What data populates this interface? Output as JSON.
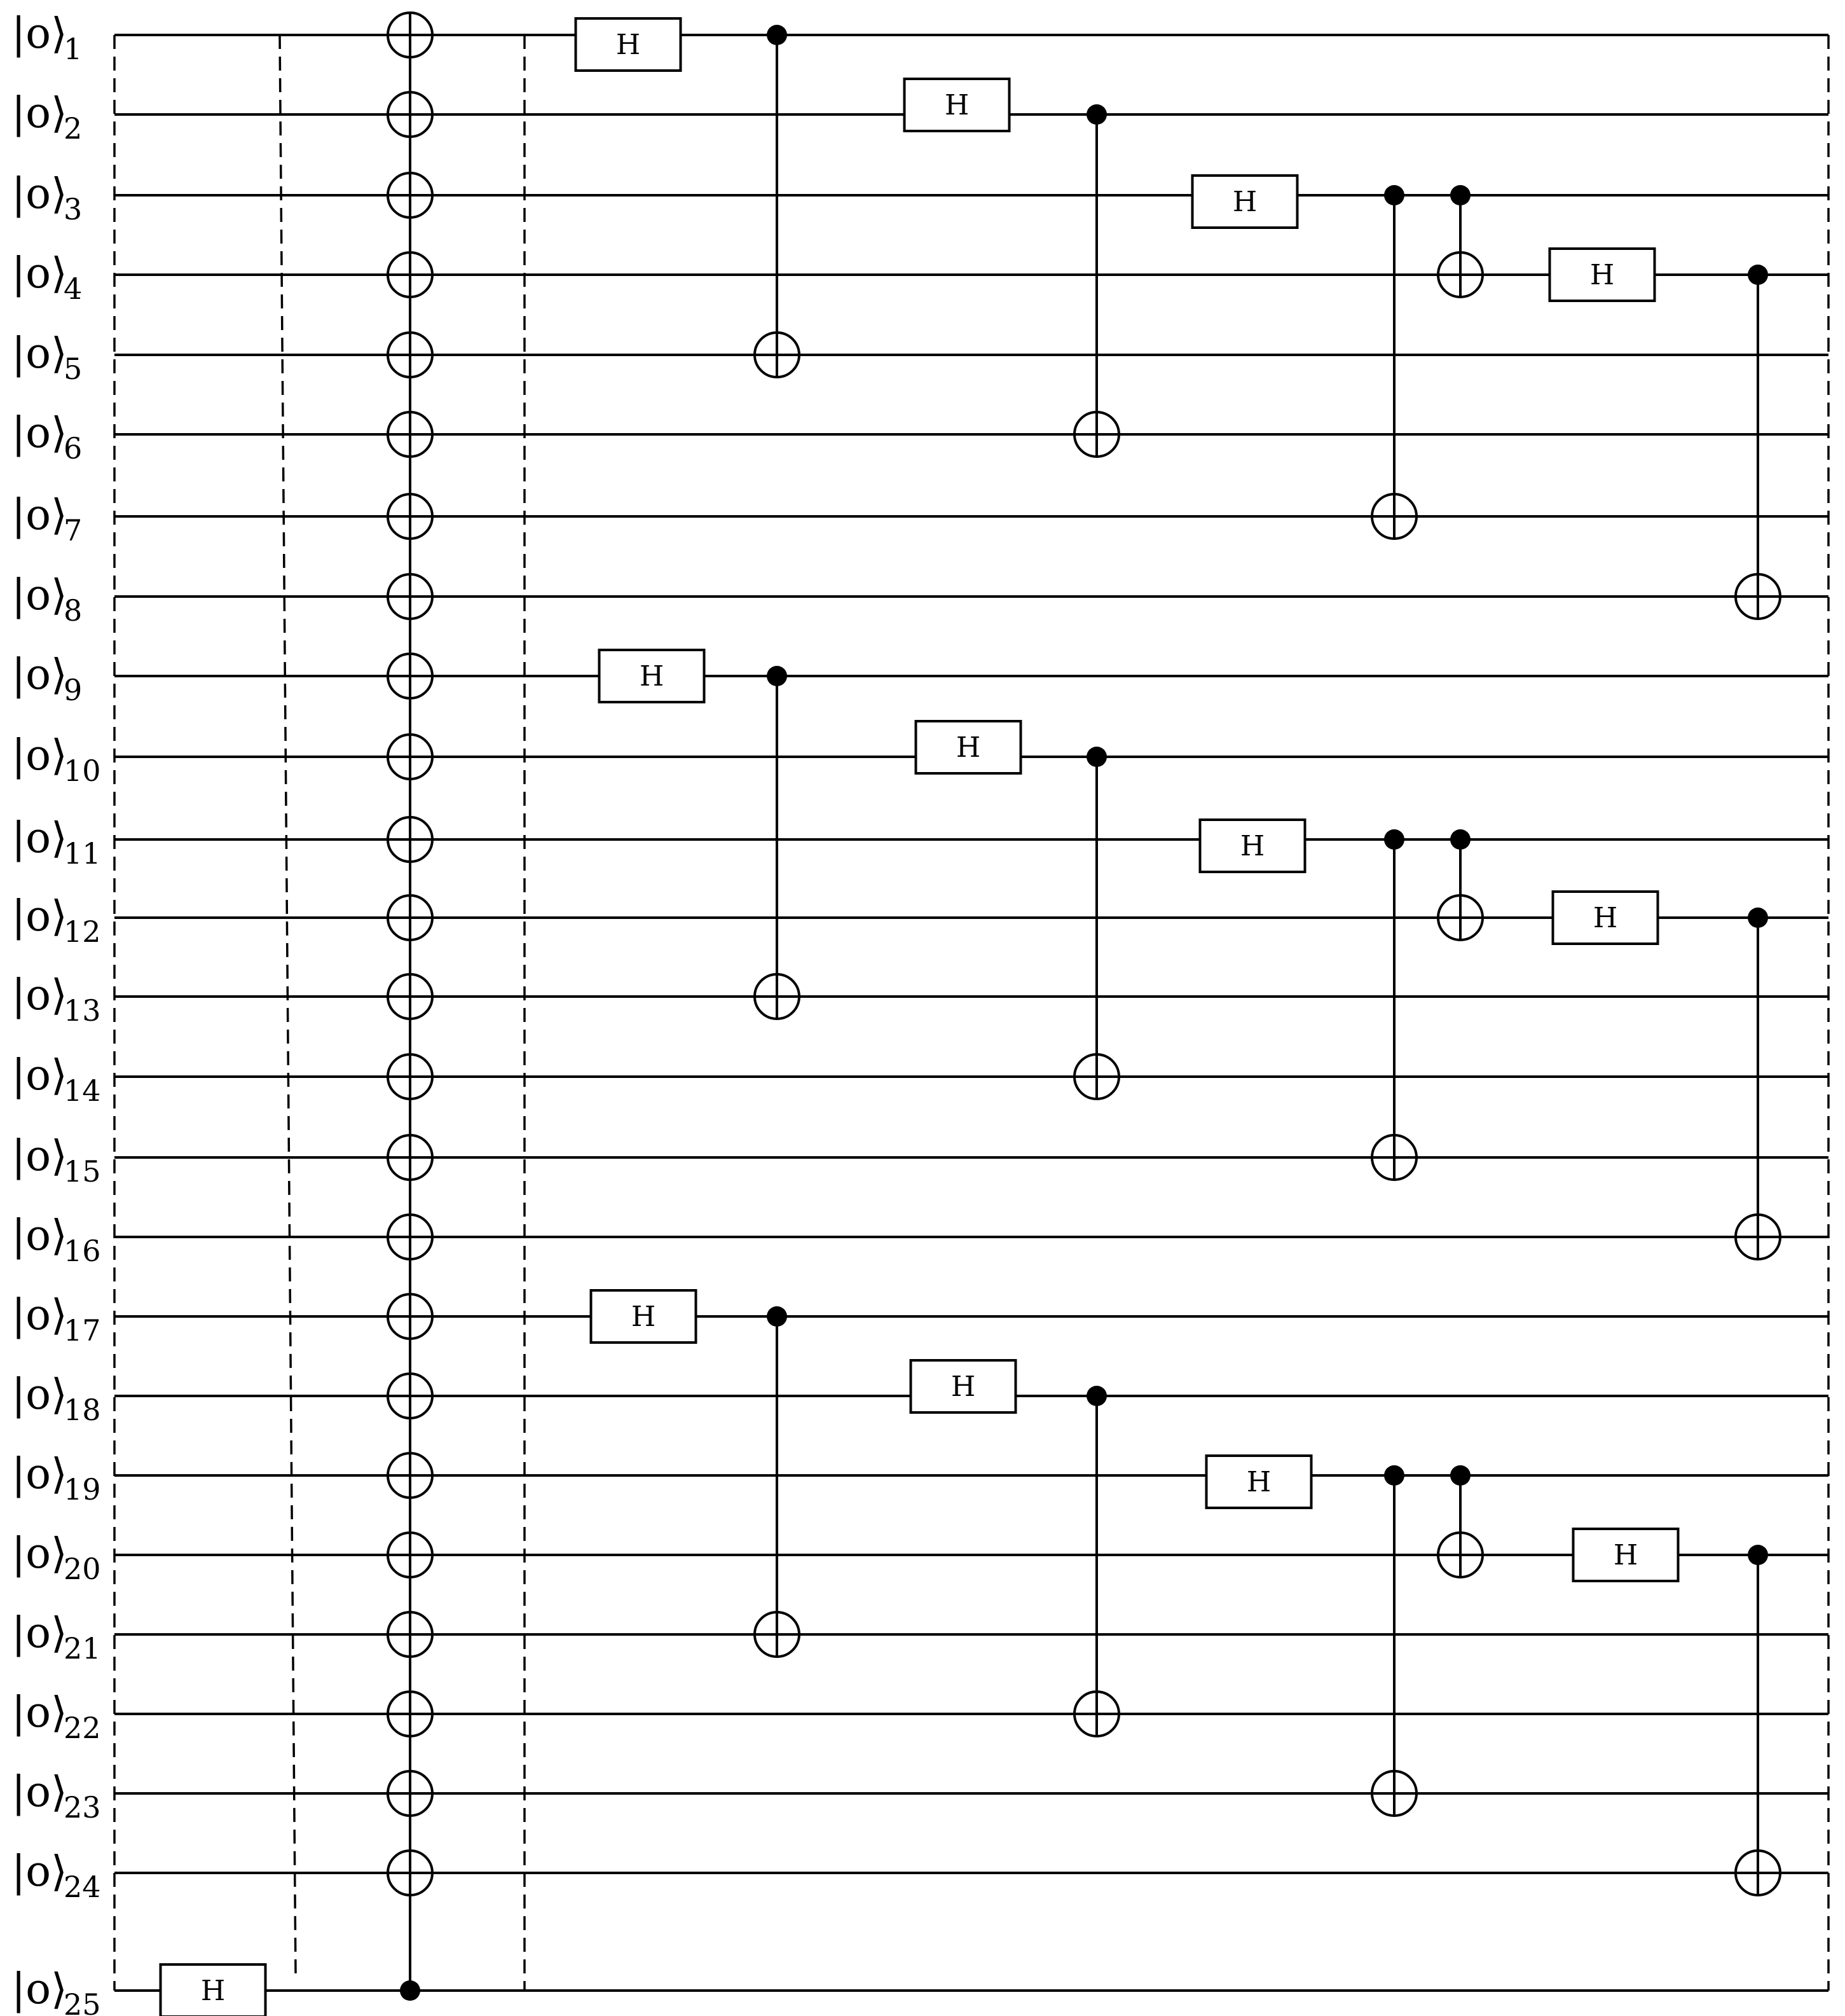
{
  "qubits": [
    {
      "ket": "|o⟩",
      "index": "1"
    },
    {
      "ket": "|o⟩",
      "index": "2"
    },
    {
      "ket": "|o⟩",
      "index": "3"
    },
    {
      "ket": "|o⟩",
      "index": "4"
    },
    {
      "ket": "|o⟩",
      "index": "5"
    },
    {
      "ket": "|o⟩",
      "index": "6"
    },
    {
      "ket": "|o⟩",
      "index": "7"
    },
    {
      "ket": "|o⟩",
      "index": "8"
    },
    {
      "ket": "|o⟩",
      "index": "9"
    },
    {
      "ket": "|o⟩",
      "index": "10"
    },
    {
      "ket": "|o⟩",
      "index": "11"
    },
    {
      "ket": "|o⟩",
      "index": "12"
    },
    {
      "ket": "|o⟩",
      "index": "13"
    },
    {
      "ket": "|o⟩",
      "index": "14"
    },
    {
      "ket": "|o⟩",
      "index": "15"
    },
    {
      "ket": "|o⟩",
      "index": "16"
    },
    {
      "ket": "|o⟩",
      "index": "17"
    },
    {
      "ket": "|o⟩",
      "index": "18"
    },
    {
      "ket": "|o⟩",
      "index": "19"
    },
    {
      "ket": "|o⟩",
      "index": "20"
    },
    {
      "ket": "|o⟩",
      "index": "21"
    },
    {
      "ket": "|o⟩",
      "index": "22"
    },
    {
      "ket": "|o⟩",
      "index": "23"
    },
    {
      "ket": "|o⟩",
      "index": "24"
    },
    {
      "ket": "|o⟩",
      "index": "25"
    }
  ],
  "gate_label": "H",
  "h_gates": [
    25,
    1,
    9,
    17,
    2,
    10,
    18,
    3,
    11,
    19,
    4,
    12,
    20
  ],
  "fanout_cnot": {
    "control": 25,
    "targets": [
      1,
      2,
      3,
      4,
      5,
      6,
      7,
      8,
      9,
      10,
      11,
      12,
      13,
      14,
      15,
      16,
      17,
      18,
      19,
      20,
      21,
      22,
      23,
      24
    ]
  },
  "cnots": [
    {
      "control": 1,
      "target": 5
    },
    {
      "control": 9,
      "target": 13
    },
    {
      "control": 17,
      "target": 21
    },
    {
      "control": 2,
      "target": 6
    },
    {
      "control": 10,
      "target": 14
    },
    {
      "control": 18,
      "target": 22
    },
    {
      "control": 3,
      "target": 7
    },
    {
      "control": 11,
      "target": 15
    },
    {
      "control": 19,
      "target": 23
    },
    {
      "control": 3,
      "target": 4
    },
    {
      "control": 11,
      "target": 12
    },
    {
      "control": 19,
      "target": 20
    },
    {
      "control": 4,
      "target": 8
    },
    {
      "control": 12,
      "target": 16
    },
    {
      "control": 20,
      "target": 24
    }
  ],
  "colors": {
    "ink": "#000000",
    "background": "#ffffff"
  }
}
